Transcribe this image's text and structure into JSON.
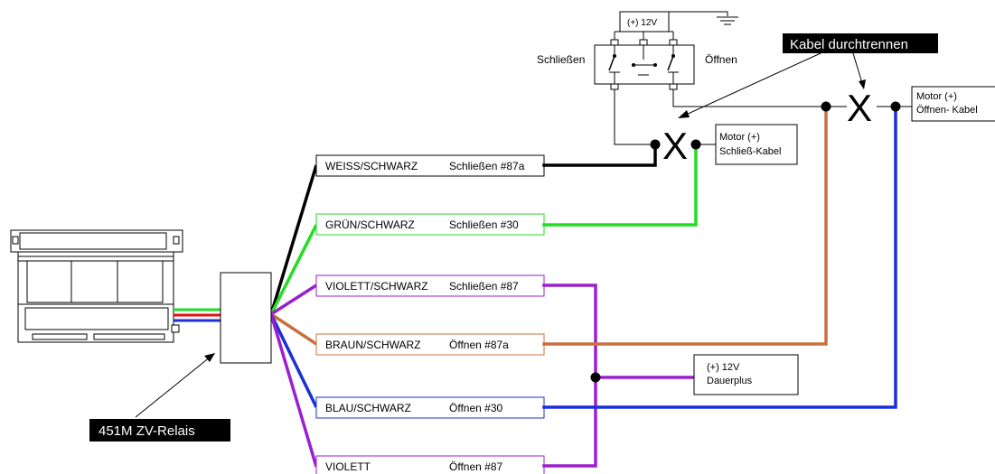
{
  "colors": {
    "black": "#000000",
    "green": "#22dd22",
    "violet": "#9a1fcf",
    "brown": "#c8703e",
    "blue": "#1a2fd8",
    "red": "#e11111",
    "banner_bg": "#000000",
    "banner_text": "#ffffff"
  },
  "relay": {
    "label": "451M ZV-Relais"
  },
  "cut_callout": {
    "label": "Kabel durchtrennen",
    "mark": "X"
  },
  "switch": {
    "power_label": "(+) 12V",
    "left_label": "Schließen",
    "right_label": "Öffnen"
  },
  "motor_close": {
    "line1": "Motor (+)",
    "line2": "Schließ-Kabel"
  },
  "motor_open": {
    "line1": "Motor (+)",
    "line2": "Öffnen- Kabel"
  },
  "dauerplus": {
    "line1": "(+) 12V",
    "line2": "Dauerplus"
  },
  "wires": [
    {
      "color_name": "WEISS/SCHWARZ",
      "function": "Schließen #87a",
      "color_key": "black"
    },
    {
      "color_name": "GRÜN/SCHWARZ",
      "function": "Schließen #30",
      "color_key": "green"
    },
    {
      "color_name": "VIOLETT/SCHWARZ",
      "function": "Schließen #87",
      "color_key": "violet"
    },
    {
      "color_name": "BRAUN/SCHWARZ",
      "function": "Öffnen #87a",
      "color_key": "brown"
    },
    {
      "color_name": "BLAU/SCHWARZ",
      "function": "Öffnen #30",
      "color_key": "blue"
    },
    {
      "color_name": "VIOLETT",
      "function": "Öffnen #87",
      "color_key": "violet"
    }
  ]
}
